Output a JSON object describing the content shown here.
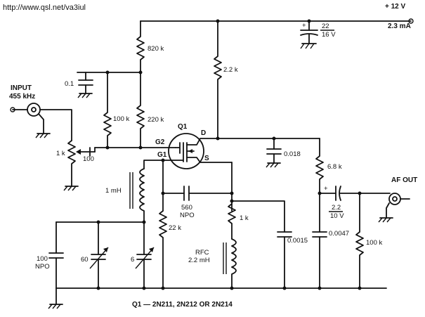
{
  "watermark": "http://www.qsl.net/va3iul",
  "supply": {
    "voltage": "+ 12  V",
    "current": "2.3 mA"
  },
  "input": {
    "line1": "INPUT",
    "line2": "455 kHz"
  },
  "output": {
    "label": "AF OUT"
  },
  "components": {
    "c_supply": {
      "plus": "+",
      "value1": "22",
      "value2": "16 V"
    },
    "r_820k": "820 k",
    "r_2_2k": "2.2 k",
    "c_0_1": "0.1",
    "r_100k_bias": "100 k",
    "r_220k": "220 k",
    "q1": "Q1",
    "pin_g2": "G2",
    "pin_g1": "G1",
    "pin_d": "D",
    "pin_s": "S",
    "pot_1k": "1 k",
    "c_100": "100",
    "c_0_018": "0.018",
    "r_6_8k": "6.8 k",
    "l_1mh": "1 mH",
    "c_560": {
      "value": "560",
      "type": "NPO"
    },
    "r_1k": "1 k",
    "c_2_2": {
      "plus": "+",
      "value1": "2.2",
      "value2": "10 V"
    },
    "r_22k": "22 k",
    "rfc": {
      "line1": "RFC",
      "line2": "2.2 mH"
    },
    "c_0_0015": "0.0015",
    "c_0_0047": "0.0047",
    "r_100k_out": "100 k",
    "c_100npo": {
      "value": "100",
      "type": "NPO"
    },
    "vc_60": "60",
    "vc_6": "6"
  },
  "footnote": "Q1 — 2N211, 2N212  OR 2N214"
}
